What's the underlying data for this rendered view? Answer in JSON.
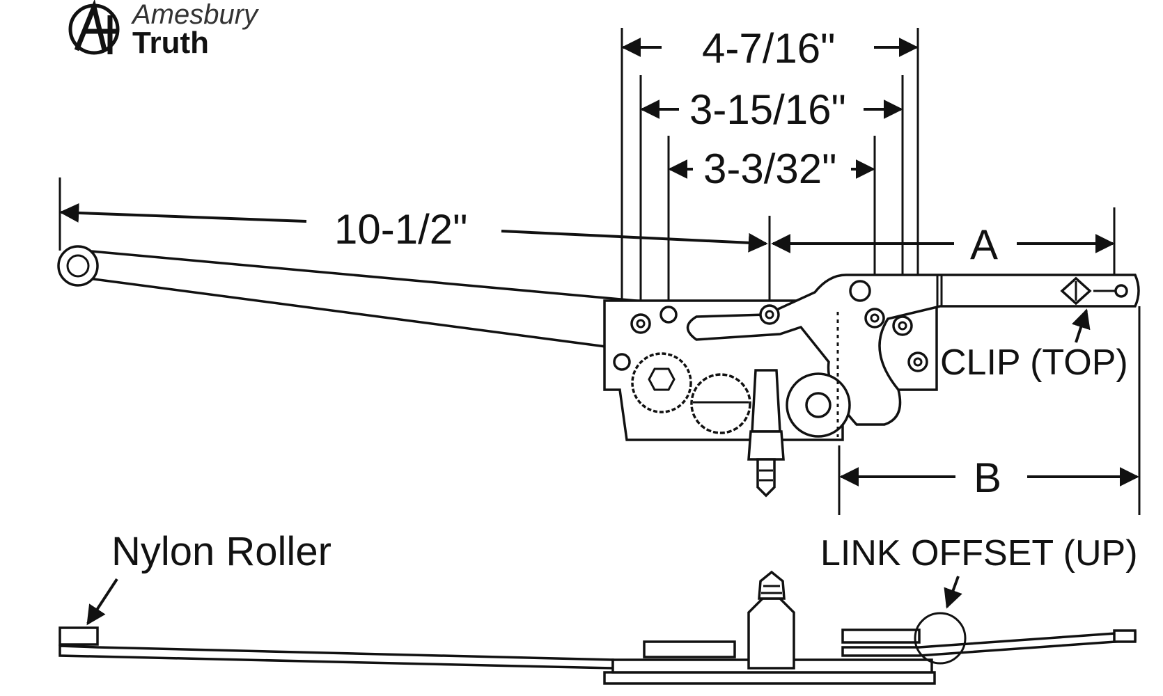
{
  "brand": {
    "name_line1": "Amesbury",
    "name_line2": "Truth"
  },
  "dimensions": {
    "overall_width": "4-7/16\"",
    "hole_spacing_outer": "3-15/16\"",
    "hole_spacing_inner": "3-3/32\"",
    "arm_length": "10-1/2\"",
    "dim_a": "A",
    "dim_b": "B"
  },
  "callouts": {
    "clip": "CLIP (TOP)",
    "nylon_roller": "Nylon Roller",
    "link_offset": "LINK OFFSET (UP)"
  },
  "colors": {
    "line": "#111111",
    "background": "#ffffff"
  }
}
